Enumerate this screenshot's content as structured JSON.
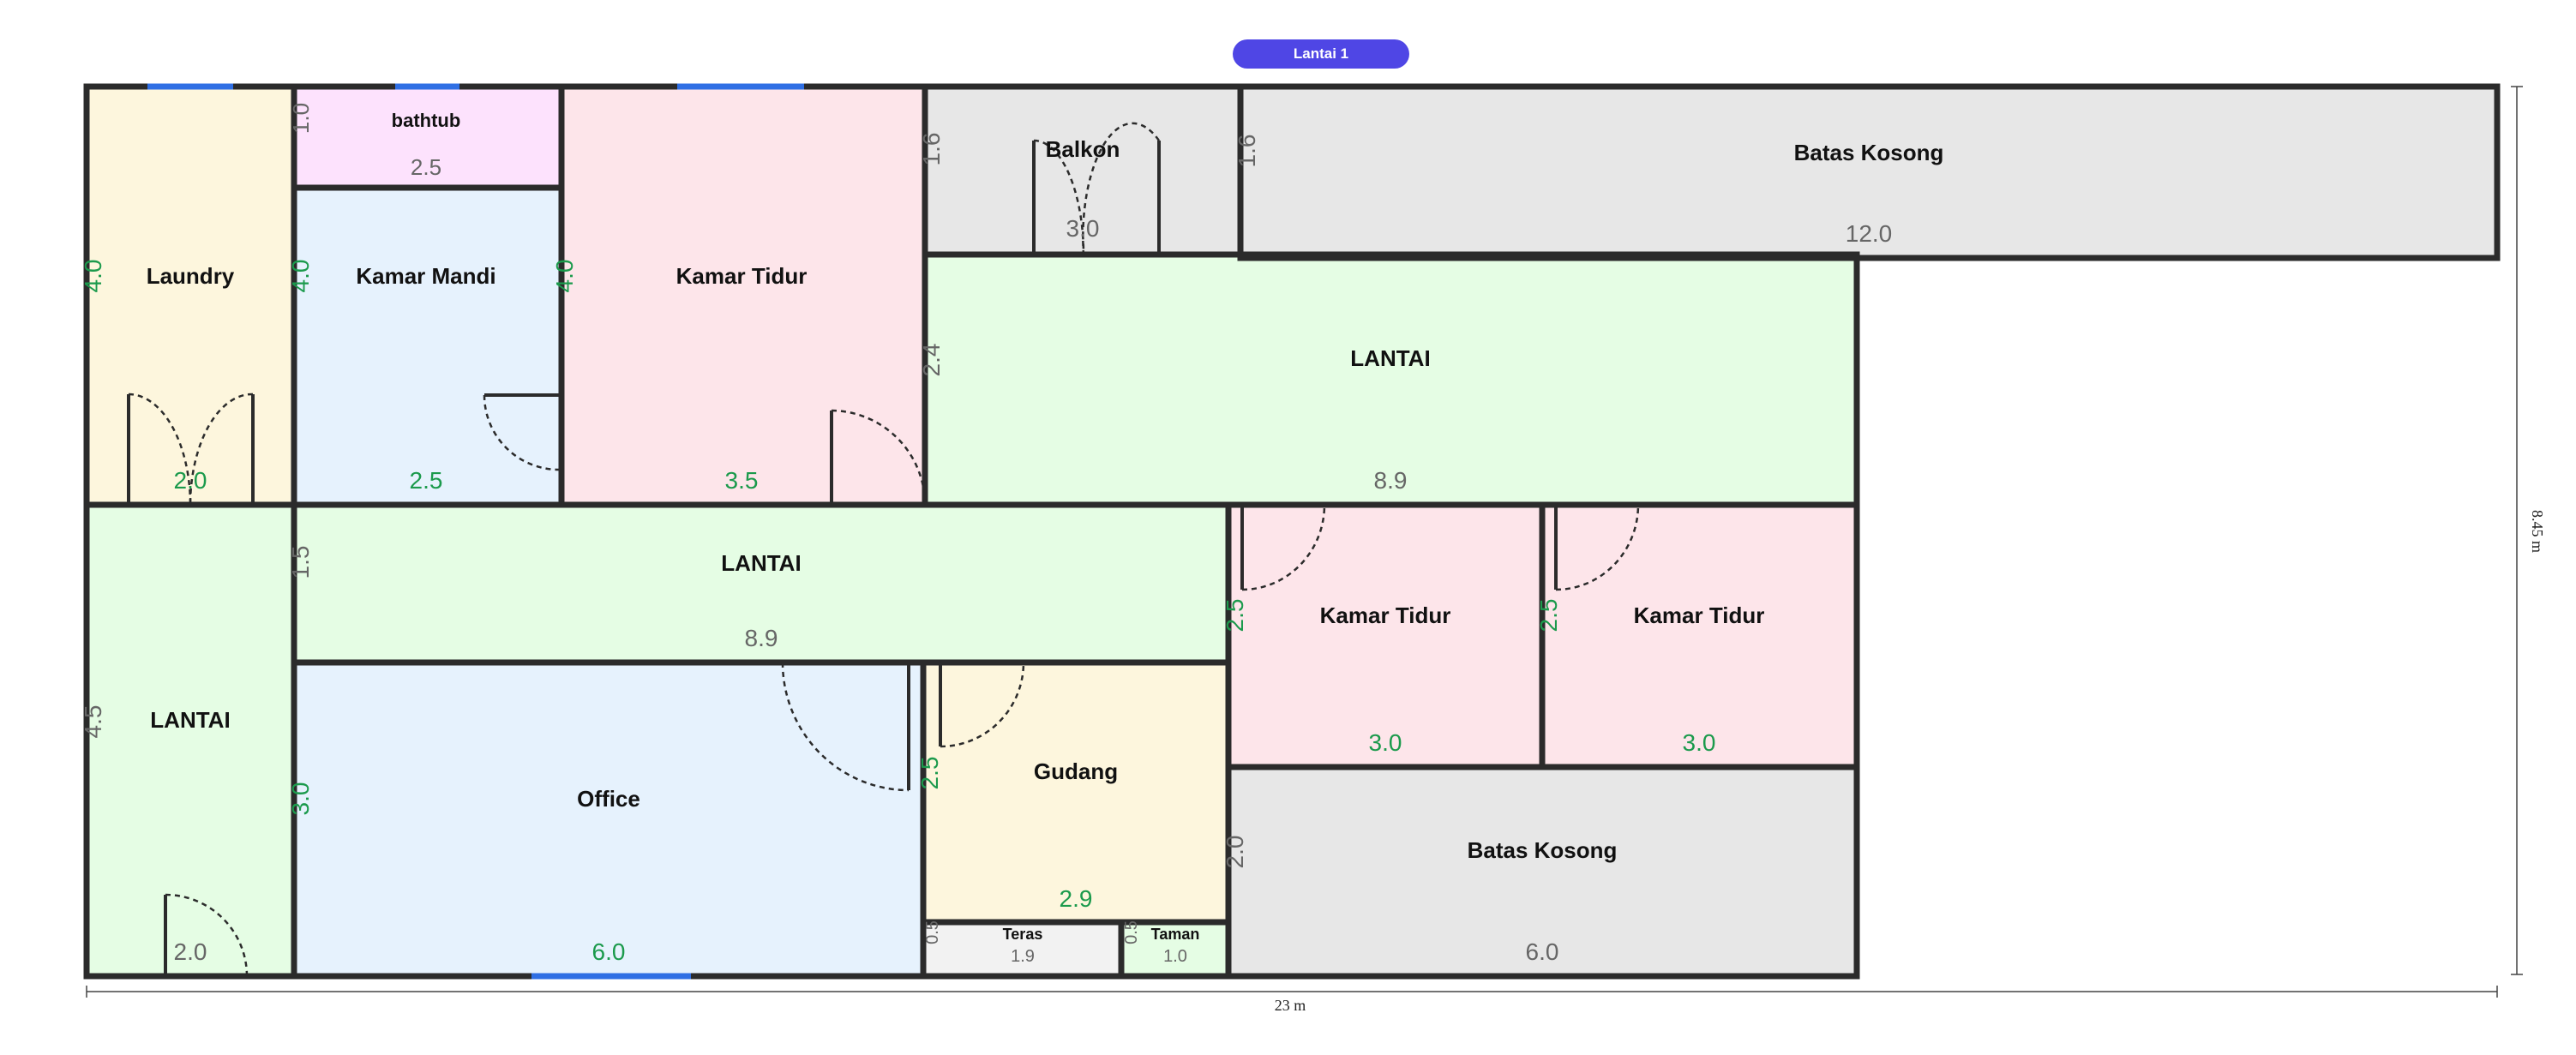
{
  "floor": {
    "label": "Lantai 1"
  },
  "dimensions": {
    "width_label": "23 m",
    "height_label": "8.45 m"
  },
  "colors": {
    "wall": "#2b2b2b",
    "window": "#2f6fe4",
    "dim_green": "#1b9a4c",
    "dim_gray": "#666666",
    "room_yellow": "#fdf6dd",
    "room_pink": "#fde5ea",
    "room_blue": "#e6f2fd",
    "room_green": "#e5fde4",
    "room_gray": "#e7e7e7",
    "room_magenta": "#fde2fd",
    "room_lightgray": "#f2f2f2",
    "badge": "#4f46e5"
  },
  "rooms": [
    {
      "id": "laundry",
      "name": "Laundry",
      "fill": "room_yellow",
      "width_label": "2.0",
      "height_label": "4.0",
      "label_color": "dim_green"
    },
    {
      "id": "bathtub",
      "name": "bathtub",
      "fill": "room_magenta",
      "width_label": "2.5",
      "height_label": "1.0",
      "label_color": "dim_gray"
    },
    {
      "id": "kamar-mandi",
      "name": "Kamar Mandi",
      "fill": "room_blue",
      "width_label": "2.5",
      "height_label": "4.0",
      "label_color": "dim_green"
    },
    {
      "id": "kamar-tidur-1",
      "name": "Kamar Tidur",
      "fill": "room_pink",
      "width_label": "3.5",
      "height_label": "4.0",
      "label_color": "dim_green"
    },
    {
      "id": "balkon",
      "name": "Balkon",
      "fill": "room_gray",
      "width_label": "3.0",
      "height_label": "1.6",
      "label_color": "dim_gray"
    },
    {
      "id": "batas-kosong-1",
      "name": "Batas Kosong",
      "fill": "room_gray",
      "width_label": "12.0",
      "height_label": "1.6",
      "label_color": "dim_gray"
    },
    {
      "id": "lantai-upper",
      "name": "LANTAI",
      "fill": "room_green",
      "width_label": "8.9",
      "height_label": "2.4",
      "label_color": "dim_gray"
    },
    {
      "id": "lantai-left",
      "name": "LANTAI",
      "fill": "room_green",
      "width_label": "2.0",
      "height_label": "4.5",
      "label_color": "dim_gray"
    },
    {
      "id": "lantai-middle",
      "name": "LANTAI",
      "fill": "room_green",
      "width_label": "8.9",
      "height_label": "1.5",
      "label_color": "dim_gray"
    },
    {
      "id": "kamar-tidur-2",
      "name": "Kamar Tidur",
      "fill": "room_pink",
      "width_label": "3.0",
      "height_label": "2.5",
      "label_color": "dim_green"
    },
    {
      "id": "kamar-tidur-3",
      "name": "Kamar Tidur",
      "fill": "room_pink",
      "width_label": "3.0",
      "height_label": "2.5",
      "label_color": "dim_green"
    },
    {
      "id": "office",
      "name": "Office",
      "fill": "room_blue",
      "width_label": "6.0",
      "height_label": "3.0",
      "label_color": "dim_green"
    },
    {
      "id": "gudang",
      "name": "Gudang",
      "fill": "room_yellow",
      "width_label": "2.9",
      "height_label": "2.5",
      "label_color": "dim_green"
    },
    {
      "id": "batas-kosong-2",
      "name": "Batas Kosong",
      "fill": "room_gray",
      "width_label": "6.0",
      "height_label": "2.0",
      "label_color": "dim_gray"
    },
    {
      "id": "teras",
      "name": "Teras",
      "fill": "room_lightgray",
      "width_label": "1.9",
      "height_label": "0.5",
      "label_color": "dim_gray"
    },
    {
      "id": "taman",
      "name": "Taman",
      "fill": "room_green",
      "width_label": "1.0",
      "height_label": "0.5",
      "label_color": "dim_gray"
    }
  ]
}
